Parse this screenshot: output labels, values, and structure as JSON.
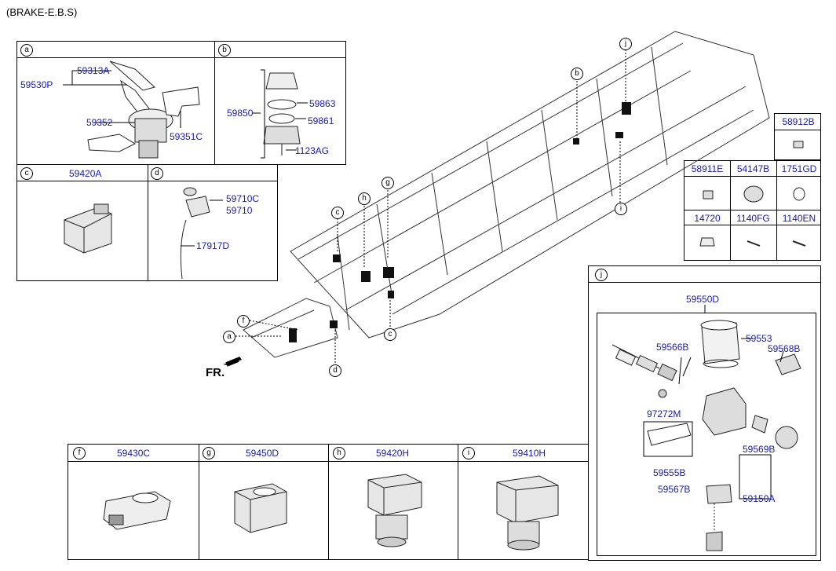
{
  "title": "(BRAKE-E.B.S)",
  "box_a": {
    "letter": "a",
    "parts": [
      "59313A",
      "59530P",
      "59352",
      "59351C"
    ]
  },
  "box_b": {
    "letter": "b",
    "parts": [
      "59850",
      "59863",
      "59861",
      "1123AG"
    ]
  },
  "box_c": {
    "letter": "c",
    "part": "59420A"
  },
  "box_d": {
    "letter": "d",
    "parts": [
      "59710C",
      "59710",
      "17917D"
    ]
  },
  "grid": {
    "r1": [
      "58912B"
    ],
    "r2": [
      "58911E",
      "54147B",
      "1751GD"
    ],
    "r3": [
      "14720",
      "1140FG",
      "1140EN"
    ]
  },
  "bottom": [
    {
      "letter": "f",
      "part": "59430C"
    },
    {
      "letter": "g",
      "part": "59450D"
    },
    {
      "letter": "h",
      "part": "59420H"
    },
    {
      "letter": "i",
      "part": "59410H"
    }
  ],
  "box_j": {
    "letter": "j",
    "assembly": "59550D",
    "parts": [
      "59553",
      "59566B",
      "59568B",
      "97272M",
      "59555B",
      "59569B",
      "59567B",
      "59150A"
    ]
  },
  "frame_callouts": [
    "a",
    "f",
    "d",
    "c",
    "h",
    "g",
    "c",
    "b",
    "i",
    "j"
  ],
  "direction": "FR."
}
